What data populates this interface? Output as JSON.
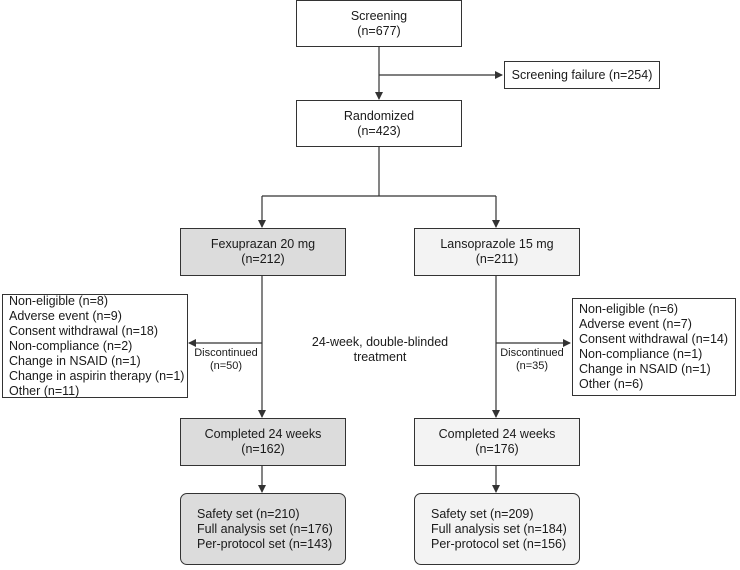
{
  "screening": {
    "title": "Screening",
    "n": "(n=677)"
  },
  "screening_failure": {
    "text": "Screening failure (n=254)"
  },
  "randomized": {
    "title": "Randomized",
    "n": "(n=423)"
  },
  "arms": [
    {
      "name": "Fexuprazan 20 mg",
      "n": "(n=212)",
      "discontinued_label": "Discontinued",
      "discontinued_n": "(n=50)",
      "reasons": [
        "Non-eligible (n=8)",
        "Adverse event (n=9)",
        "Consent withdrawal (n=18)",
        "Non-compliance (n=2)",
        "Change in NSAID (n=1)",
        "Change in aspirin therapy (n=1)",
        "Other (n=11)"
      ],
      "completed_title": "Completed 24 weeks",
      "completed_n": "(n=162)",
      "analysis": [
        "Safety set (n=210)",
        "Full analysis set (n=176)",
        "Per-protocol set (n=143)"
      ]
    },
    {
      "name": "Lansoprazole 15 mg",
      "n": "(n=211)",
      "discontinued_label": "Discontinued",
      "discontinued_n": "(n=35)",
      "reasons": [
        "Non-eligible (n=6)",
        "Adverse event (n=7)",
        "Consent withdrawal (n=14)",
        "Non-compliance (n=1)",
        "Change in NSAID (n=1)",
        "Other (n=6)"
      ],
      "completed_title": "Completed 24 weeks",
      "completed_n": "(n=176)",
      "analysis": [
        "Safety set (n=209)",
        "Full analysis set (n=184)",
        "Per-protocol set (n=156)"
      ]
    }
  ],
  "treatment": {
    "line1": "24-week, double-blinded",
    "line2": "treatment"
  }
}
